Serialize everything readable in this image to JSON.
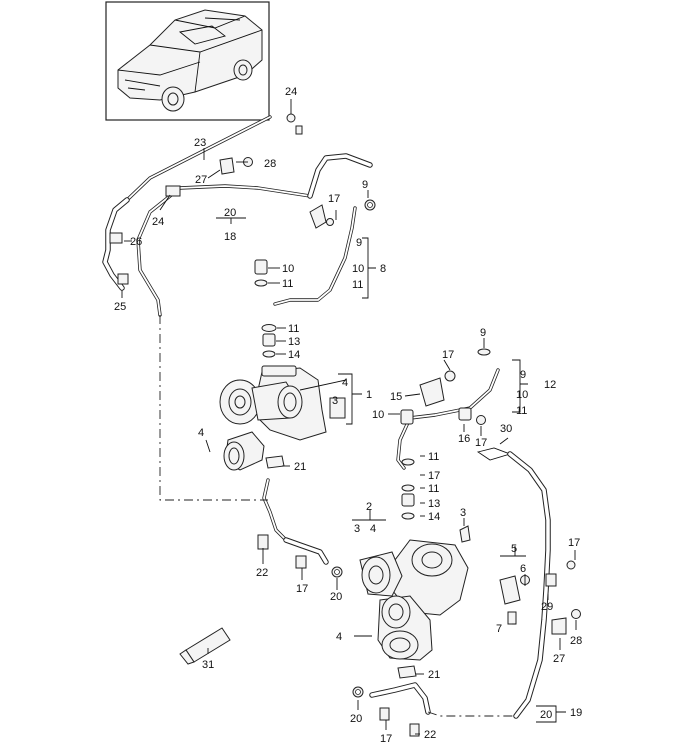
{
  "labels": {
    "p1": "1",
    "p2": "2",
    "p3a": "3",
    "p3b": "3",
    "p3c": "3",
    "p4a": "4",
    "p4b": "4",
    "p4c": "4",
    "p4d": "4",
    "p5": "5",
    "p6": "6",
    "p7": "7",
    "p8": "8",
    "p9a": "9",
    "p9b": "9",
    "p9c": "9",
    "p9d": "9",
    "p10a": "10",
    "p10b": "10",
    "p10c": "10",
    "p10d": "10",
    "p11a": "11",
    "p11b": "11",
    "p11c": "11",
    "p11d": "11",
    "p11e": "11",
    "p11f": "11",
    "p12": "12",
    "p13a": "13",
    "p13b": "13",
    "p14a": "14",
    "p14b": "14",
    "p15": "15",
    "p16": "16",
    "p17a": "17",
    "p17b": "17",
    "p17c": "17",
    "p17d": "17",
    "p17e": "17",
    "p17f": "17",
    "p18": "18",
    "p19": "19",
    "p20a": "20",
    "p20b": "20",
    "p20c": "20",
    "p20d": "20",
    "p21a": "21",
    "p21b": "21",
    "p22a": "22",
    "p22b": "22",
    "p23": "23",
    "p24a": "24",
    "p24b": "24",
    "p25": "25",
    "p26": "26",
    "p27a": "27",
    "p27b": "27",
    "p28a": "28",
    "p28b": "28",
    "p29": "29",
    "p30": "30",
    "p31": "31"
  },
  "icons": {
    "vehicle": "car-thumbnail-icon",
    "turbo": "turbocharger-icon",
    "bolt": "bolt-icon",
    "seal": "seal-ring-icon",
    "tube": "sealant-tube-icon"
  },
  "colors": {
    "line": "#111111",
    "background": "#ffffff"
  }
}
